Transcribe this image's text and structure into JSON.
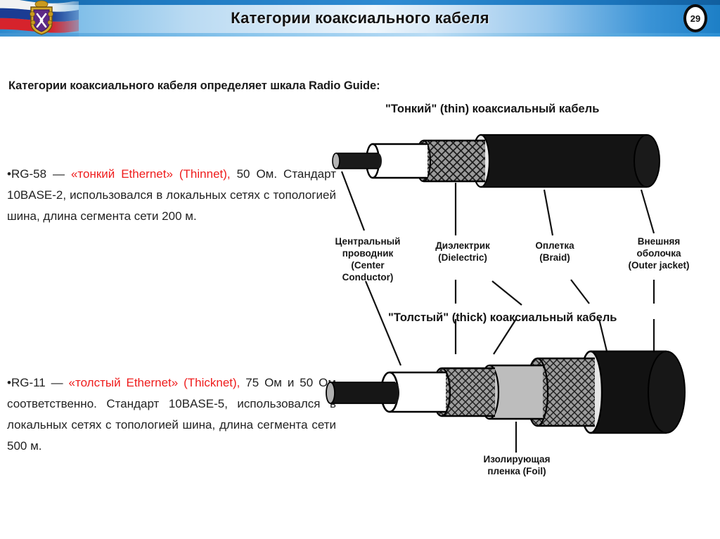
{
  "header": {
    "title": "Категории коаксиального кабеля",
    "page_number": "29",
    "emblem_name": "russian-flag-coat-of-arms",
    "colors": {
      "band_dark_blue": "#1464a8",
      "gradient_mid_light": "#eef6fc",
      "gradient_edge_blue": "#2b8fd4"
    }
  },
  "content": {
    "intro": "Категории коаксиального кабеля определяет шкала Radio Guide:",
    "bullets": [
      {
        "marker": "•",
        "code": "RG-58 — ",
        "highlight": "«тонкий Ethernet» (Thinnet),",
        "rest": " 50 Ом. Стандарт 10BASE-2, использовался в локальных сетях с топологией шина, длина сегмента сети 200 м.",
        "highlight_color": "#ef1c1c"
      },
      {
        "marker": "•",
        "code": "RG-11 — ",
        "highlight": "«толстый Ethernet» (Thicknet),",
        "rest": " 75 Ом и 50 Ом соответственно. Стандарт 10BASE-5, использовался в локальных сетях с топологией шина, длина сегмента сети 500 м.",
        "highlight_color": "#ef1c1c"
      }
    ]
  },
  "diagram": {
    "thin_title": "\"Тонкий\" (thin) коаксиальный кабель",
    "thick_title": "\"Толстый\" (thick) коаксиальный кабель",
    "labels": {
      "center_conductor": "Центральный проводник (Center Conductor)",
      "center_conductor_lines": [
        "Центральный",
        "проводник",
        "(Center",
        "Conductor)"
      ],
      "dielectric_lines": [
        "Диэлектрик",
        "(Dielectric)"
      ],
      "braid_lines": [
        "Оплетка",
        "(Braid)"
      ],
      "outer_jacket_lines": [
        "Внешняя",
        "оболочка",
        "(Outer jacket)"
      ],
      "foil_lines": [
        "Изолирующая",
        "пленка (Foil)"
      ]
    },
    "layer_colors": {
      "conductor": "#1a1a1a",
      "dielectric": "#ffffff",
      "braid": "#8a8a8a",
      "foil": "#b8b8b8",
      "jacket": "#141414",
      "outline": "#000000"
    }
  }
}
